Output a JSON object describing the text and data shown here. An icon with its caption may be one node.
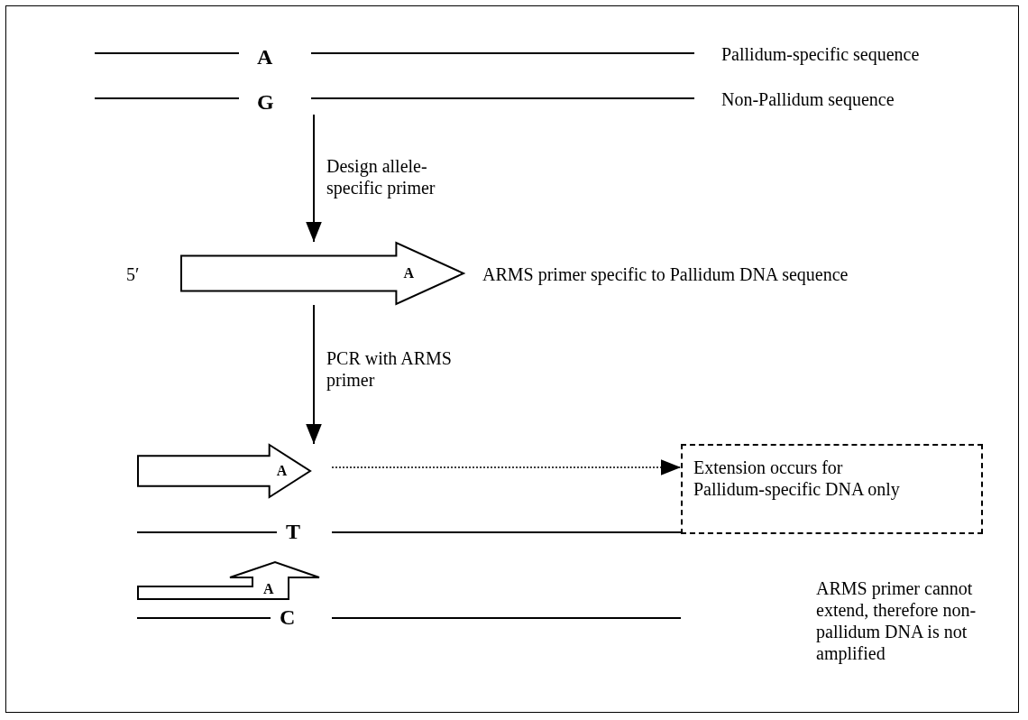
{
  "diagram": {
    "nodes": [
      {
        "text": [
          "A"
        ],
        "beside": [
          "Pallidum-specific sequence"
        ]
      },
      {
        "text": [
          "G"
        ],
        "beside": [
          "Non-Pallidum sequence"
        ]
      },
      {
        "text": [
          "A"
        ],
        "beside": [
          "5′",
          "ARMS primer specific to Pallidum DNA sequence"
        ]
      },
      {
        "text": [
          "A"
        ]
      },
      {
        "text": [
          "Extension occurs for Pallidum-specific DNA only"
        ]
      },
      {
        "text": [
          "A"
        ]
      }
    ],
    "edges": [
      {
        "from": 1,
        "to": 2,
        "arrow": "to",
        "label": "Design allele-specific primer"
      },
      {
        "from": 2,
        "to": 3,
        "arrow": "to",
        "label": "PCR with ARMS primer"
      },
      {
        "from": 3,
        "to": 4,
        "arrow": "to",
        "style": "dashed"
      }
    ],
    "labels": [
      "T",
      "C",
      "ARMS primer cannot extend, therefore non-pallidum DNA is not amplified"
    ]
  }
}
